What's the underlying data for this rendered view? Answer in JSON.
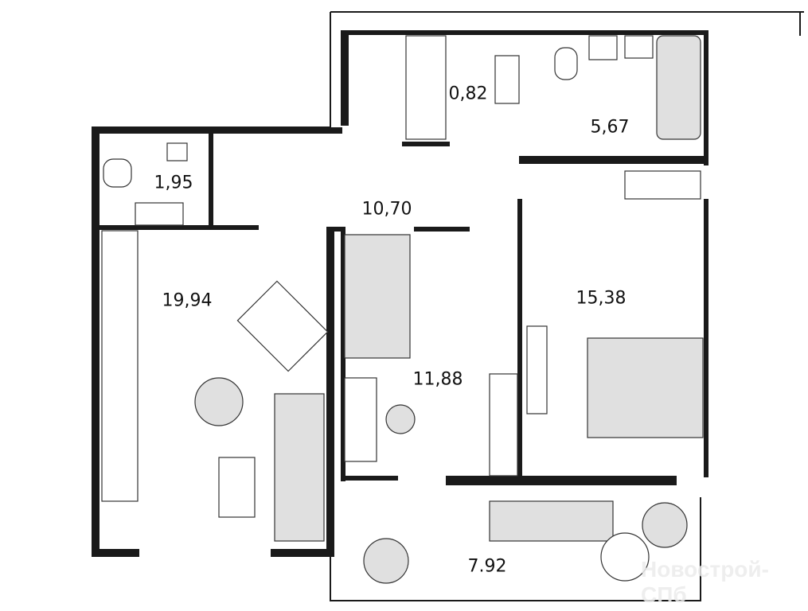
{
  "plan": {
    "rooms": [
      {
        "id": "wc",
        "area": "1,95"
      },
      {
        "id": "hall",
        "area": "10,70"
      },
      {
        "id": "kitchen_living",
        "area": "19,94"
      },
      {
        "id": "bedroom_small",
        "area": "11,88"
      },
      {
        "id": "bedroom_large",
        "area": "15,38"
      },
      {
        "id": "bathroom",
        "area": "5,67"
      },
      {
        "id": "closet",
        "area": "0,82"
      },
      {
        "id": "balcony",
        "area": "7.92"
      }
    ],
    "watermark": "Новострой-СПб"
  },
  "colors": {
    "wall": "#1a1a1a",
    "furniture_fill": "#e0e0e0",
    "line": "#333333"
  }
}
